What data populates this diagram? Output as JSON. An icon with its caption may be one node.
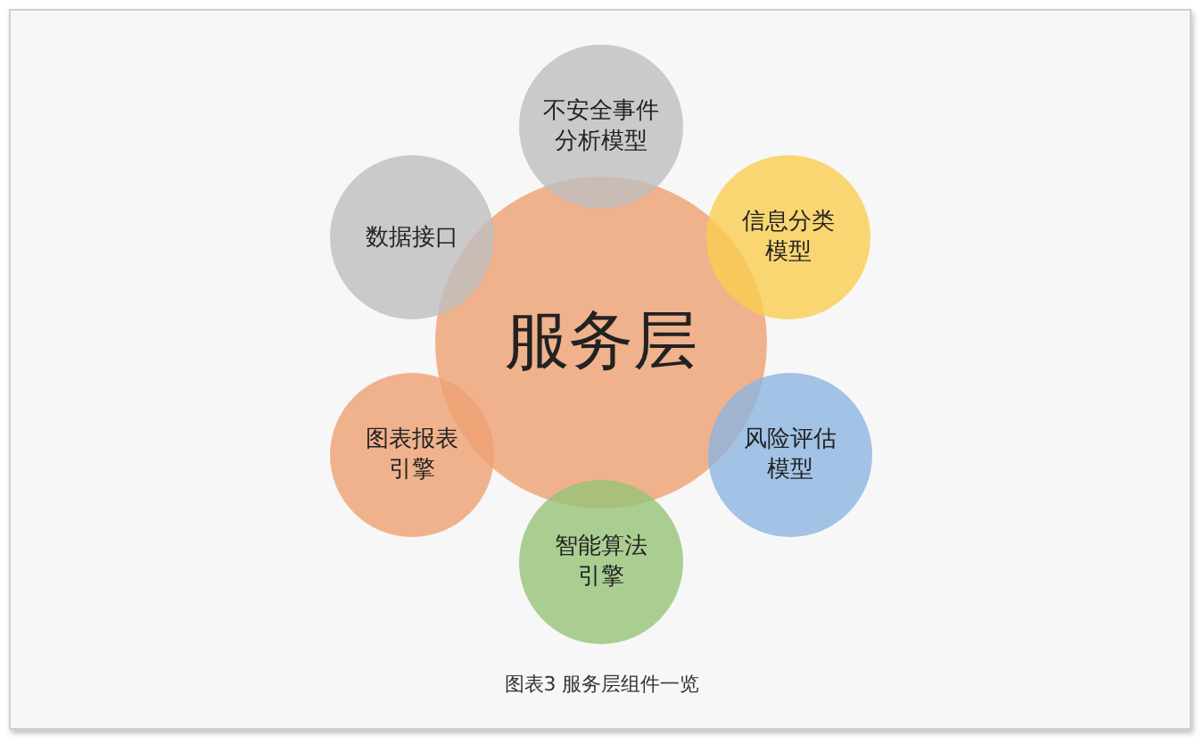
{
  "diagram": {
    "caption": "图表3 服务层组件一览",
    "nodes": [
      {
        "text": [
          "服务层"
        ]
      },
      {
        "text": [
          "不安全事件分析模型"
        ]
      },
      {
        "text": [
          "信息分类模型"
        ]
      },
      {
        "text": [
          "风险评估模型"
        ]
      },
      {
        "text": [
          "智能算法引擎"
        ]
      },
      {
        "text": [
          "图表报表引擎"
        ]
      },
      {
        "text": [
          "数据接口"
        ]
      }
    ]
  }
}
